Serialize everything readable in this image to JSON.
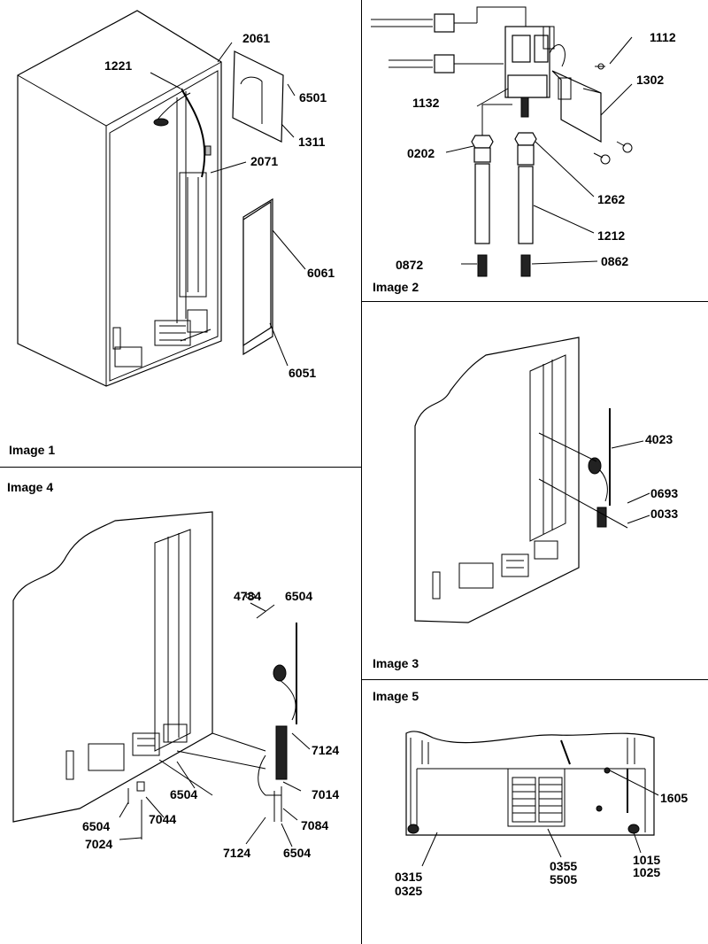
{
  "panels": {
    "image1": {
      "title": "Image 1",
      "callouts": {
        "p2061": "2061",
        "p1221": "1221",
        "p6501": "6501",
        "p1311": "1311",
        "p2071": "2071",
        "p6061": "6061",
        "p6051": "6051"
      }
    },
    "image2": {
      "title": "Image 2",
      "callouts": {
        "p1112": "1112",
        "p1302": "1302",
        "p1132": "1132",
        "p0202": "0202",
        "p1262": "1262",
        "p1212": "1212",
        "p0872": "0872",
        "p0862": "0862"
      }
    },
    "image3": {
      "title": "Image 3",
      "callouts": {
        "p4023": "4023",
        "p0693": "0693",
        "p0033": "0033"
      }
    },
    "image4": {
      "title": "Image 4",
      "callouts": {
        "p4784": "4784",
        "p6504a": "6504",
        "p7124a": "7124",
        "p6504b": "6504",
        "p7014": "7014",
        "p7044": "7044",
        "p7084": "7084",
        "p6504c": "6504",
        "p7024": "7024",
        "p7124b": "7124",
        "p6504d": "6504"
      }
    },
    "image5": {
      "title": "Image 5",
      "callouts": {
        "p1605": "1605",
        "p0315": "0315",
        "p0325": "0325",
        "p0355": "0355",
        "p5505": "5505",
        "p1015": "1015",
        "p1025": "1025"
      }
    }
  }
}
